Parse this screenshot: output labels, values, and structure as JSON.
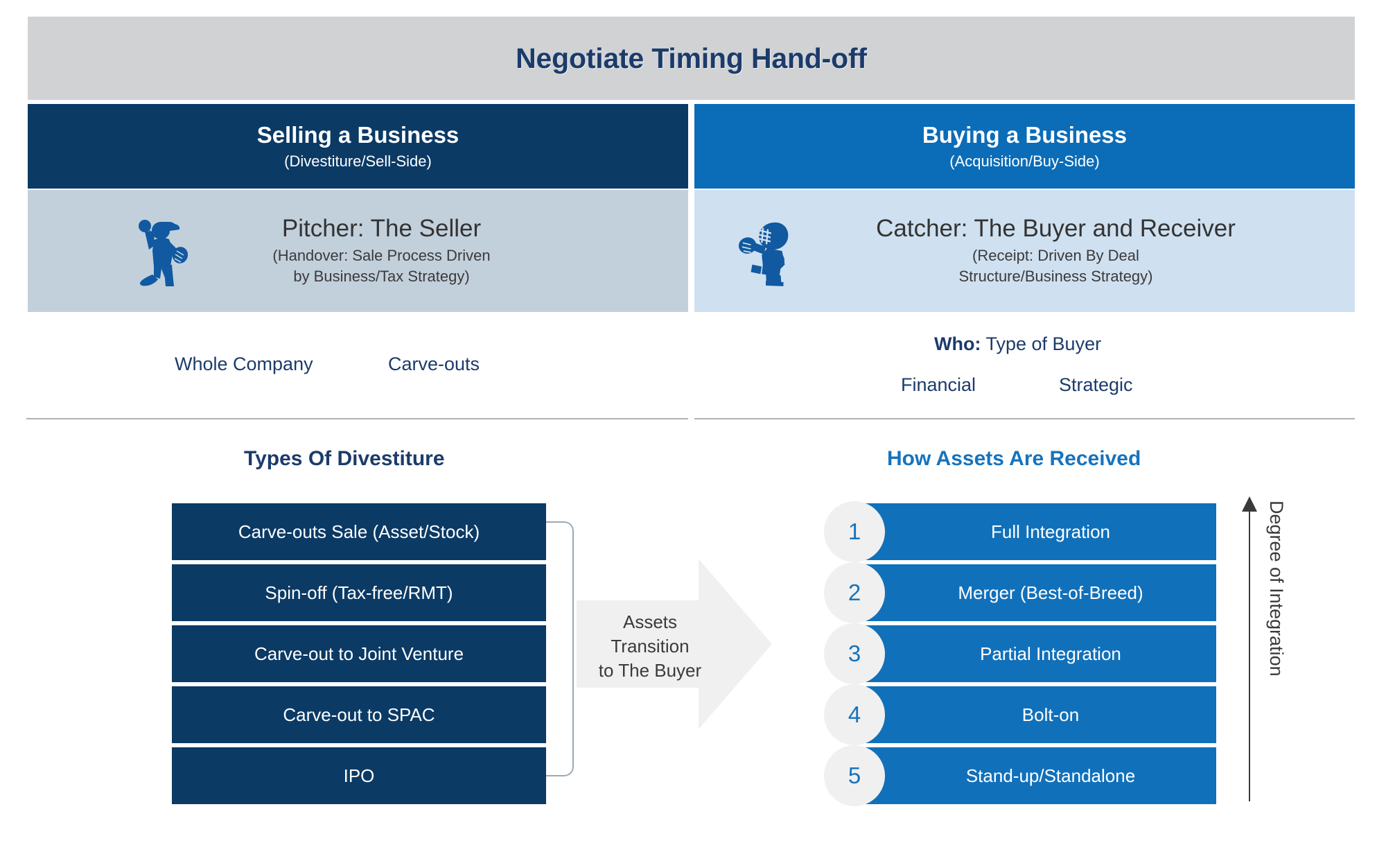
{
  "title": "Negotiate Timing Hand-off",
  "columns": {
    "left": {
      "heading": "Selling a Business",
      "subheading": "(Divestiture/Sell-Side)",
      "role_title": "Pitcher: The Seller",
      "role_sub_line1": "(Handover: Sale Process Driven",
      "role_sub_line2": "by Business/Tax Strategy)",
      "role_icon": "baseball-pitcher-icon",
      "tag1": "Whole Company",
      "tag2": "Carve-outs",
      "section_heading": "Types Of Divestiture"
    },
    "right": {
      "heading": "Buying a Business",
      "subheading": "(Acquisition/Buy-Side)",
      "role_title": "Catcher: The Buyer and Receiver",
      "role_sub_line1": "(Receipt: Driven By Deal",
      "role_sub_line2": "Structure/Business Strategy)",
      "role_icon": "baseball-catcher-icon",
      "who_label": "Who:",
      "who_value": " Type of Buyer",
      "tag1": "Financial",
      "tag2": "Strategic",
      "section_heading": "How Assets Are Received"
    }
  },
  "divestiture_types": [
    "Carve-outs Sale (Asset/Stock)",
    "Spin-off (Tax-free/RMT)",
    "Carve-out to Joint Venture",
    "Carve-out to SPAC",
    "IPO"
  ],
  "asset_receipt": [
    {
      "num": "1",
      "label": "Full Integration"
    },
    {
      "num": "2",
      "label": "Merger (Best-of-Breed)"
    },
    {
      "num": "3",
      "label": "Partial Integration"
    },
    {
      "num": "4",
      "label": "Bolt-on"
    },
    {
      "num": "5",
      "label": "Stand-up/Standalone"
    }
  ],
  "transition_arrow": {
    "line1": "Assets Transition",
    "line2": "to The Buyer"
  },
  "degree_axis": {
    "label": "Degree of Integration",
    "icon": "up-arrow-icon"
  },
  "colors": {
    "title_band": "#d0d2d3",
    "title_text": "#1b3b6b",
    "sell_dark_blue": "#0b3a65",
    "buy_blue": "#0b6cb7",
    "sell_band": "#c2d0dc",
    "buy_band": "#cfe0f0",
    "bar_blue": "#1170ba",
    "arrow_grey": "#f0f0f0"
  }
}
